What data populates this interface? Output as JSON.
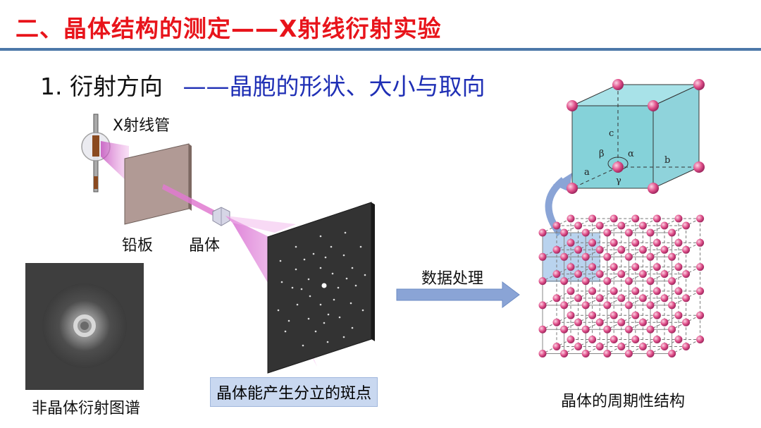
{
  "title": "二、晶体结构的测定——X射线衍射实验",
  "subtitle": {
    "number": "1. 衍射方向",
    "dash_text": "——晶胞的形状、大小与取向"
  },
  "labels": {
    "xray_tube": "X射线管",
    "lead_plate": "铅板",
    "crystal": "晶体",
    "spots": "晶体能产生分立的斑点",
    "data_processing": "数据处理",
    "non_crystal": "非晶体衍射图谱",
    "periodic": "晶体的周期性结构"
  },
  "unit_cell_labels": {
    "c": "c",
    "b": "b",
    "a": "a",
    "alpha": "α",
    "beta": "β",
    "gamma": "γ"
  },
  "colors": {
    "title_red": "#e8141b",
    "rule_blue": "#4d78a9",
    "subtitle_blue": "#1f2fb5",
    "cube_fill": "#7fd0d8",
    "atom_pink": "#e0508a",
    "beam_pink": "#d870c8",
    "arrow_blue": "#8aa4d6"
  }
}
